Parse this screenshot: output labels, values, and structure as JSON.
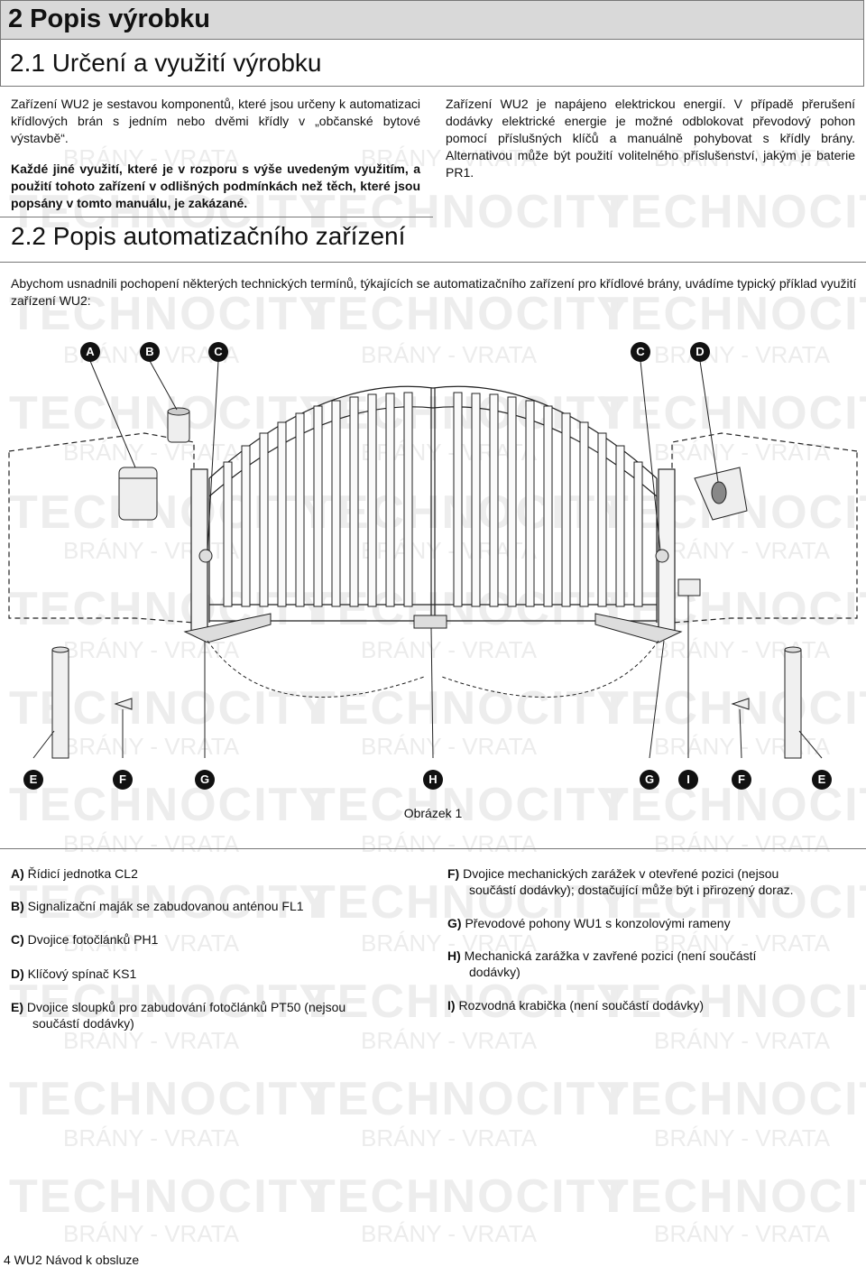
{
  "header": {
    "chapter_title": "2 Popis výrobku",
    "section_title": "2.1 Určení a využití výrobku"
  },
  "section1": {
    "para1": "Zařízení WU2 je sestavou komponentů, které jsou určeny k automatizaci křídlových brán s jedním nebo dvěmi křídly v „občanské bytové výstavbě“.",
    "para2": "Každé jiné využití, které je v rozporu s výše uvedeným využitím, a použití tohoto zařízení v odlišných podmínkách než těch, které jsou popsány v tomto manuálu, je zakázané.",
    "para3": "Zařízení WU2 je napájeno elektrickou energií. V případě přerušení dodávky elektrické energie je možné odblokovat převodový pohon pomocí příslušných klíčů a manuálně pohybovat s křídly brány. Alternativou může být použití volitelného příslušenství, jakým je baterie PR1."
  },
  "section2": {
    "title": "2.2 Popis automatizačního zařízení",
    "intro": "Abychom usnadnili pochopení některých technických termínů, týkajících se automatizačního zařízení pro křídlové brány, uvádíme typický příklad využití zařízení WU2:"
  },
  "figure": {
    "caption": "Obrázek 1",
    "top_labels": [
      "A",
      "B",
      "C",
      "C",
      "D"
    ],
    "bottom_labels": [
      "E",
      "F",
      "G",
      "H",
      "G",
      "I",
      "F",
      "E"
    ]
  },
  "legend_left": [
    {
      "key": "A)",
      "text": "Řídicí jednotka CL2"
    },
    {
      "key": "B)",
      "text": "Signalizační maják se zabudovanou anténou FL1"
    },
    {
      "key": "C)",
      "text": "Dvojice fotočlánků PH1"
    },
    {
      "key": "D)",
      "text": "Klíčový spínač KS1"
    },
    {
      "key": "E)",
      "text": "Dvojice sloupků pro zabudování fotočlánků PT50 (nejsou",
      "text2": "součástí dodávky)"
    }
  ],
  "legend_right": [
    {
      "key": "F)",
      "text": "Dvojice mechanických zarážek v otevřené pozici (nejsou",
      "text2": "součástí dodávky); dostačující může být i přirozený doraz."
    },
    {
      "key": "G)",
      "text": "Převodové pohony WU1 s konzolovými rameny"
    },
    {
      "key": "H)",
      "text": "Mechanická zarážka v zavřené pozici (není součástí",
      "text2": "dodávky)"
    },
    {
      "key": "I)",
      "text": "Rozvodná krabička (není součástí dodávky)"
    }
  ],
  "watermark": {
    "brand": "TECHNOCITY",
    "tagline": "BRÁNY - VRATA"
  },
  "footer": {
    "page_label": "4 WU2 Návod k obsluze"
  }
}
